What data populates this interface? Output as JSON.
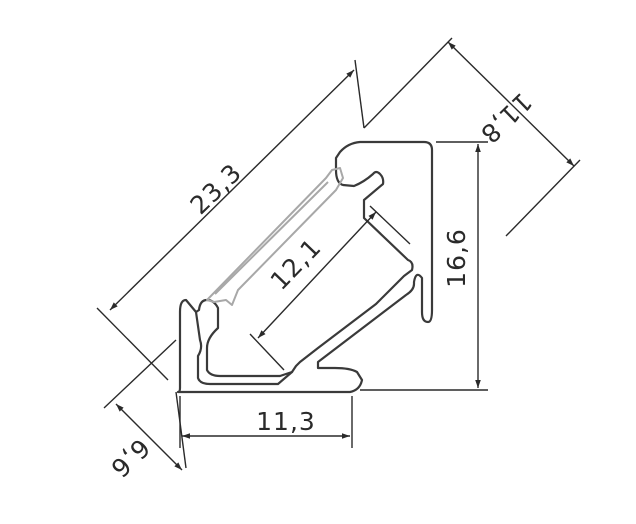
{
  "dimensions": {
    "diagonal_length": "23,3",
    "inner_width": "12,1",
    "height": "16,6",
    "top_side": "11,8",
    "bottom_width": "11,3",
    "bottom_side": "6,6"
  }
}
